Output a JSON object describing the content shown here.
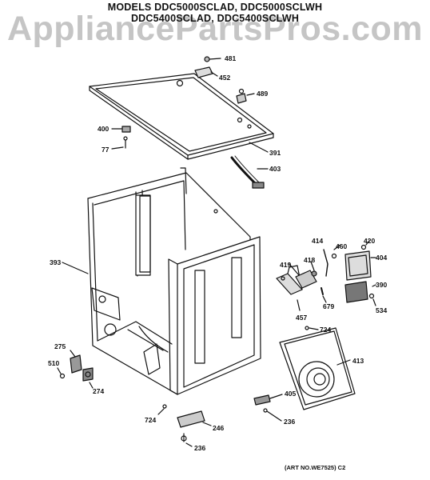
{
  "header": {
    "title_line1": "MODELS DDC5000SCLAD, DDC5000SCLWH",
    "title_line2": "DDC5400SCLAD, DDC5400SCLWH",
    "watermark": "AppliancePartsPros.com"
  },
  "diagram": {
    "part_labels": [
      {
        "id": "p481",
        "text": "481"
      },
      {
        "id": "p452",
        "text": "452"
      },
      {
        "id": "p489",
        "text": "489"
      },
      {
        "id": "p400",
        "text": "400"
      },
      {
        "id": "p77",
        "text": "77"
      },
      {
        "id": "p391",
        "text": "391"
      },
      {
        "id": "p403",
        "text": "403"
      },
      {
        "id": "p393",
        "text": "393"
      },
      {
        "id": "p414",
        "text": "414"
      },
      {
        "id": "p460",
        "text": "460"
      },
      {
        "id": "p420",
        "text": "420"
      },
      {
        "id": "p404",
        "text": "404"
      },
      {
        "id": "p418",
        "text": "418"
      },
      {
        "id": "p419",
        "text": "419"
      },
      {
        "id": "p390",
        "text": "390"
      },
      {
        "id": "p534",
        "text": "534"
      },
      {
        "id": "p679",
        "text": "679"
      },
      {
        "id": "p457",
        "text": "457"
      },
      {
        "id": "p724a",
        "text": "724"
      },
      {
        "id": "p413",
        "text": "413"
      },
      {
        "id": "p275",
        "text": "275"
      },
      {
        "id": "p510",
        "text": "510"
      },
      {
        "id": "p274",
        "text": "274"
      },
      {
        "id": "p405",
        "text": "405"
      },
      {
        "id": "p236a",
        "text": "236"
      },
      {
        "id": "p724b",
        "text": "724"
      },
      {
        "id": "p246",
        "text": "246"
      },
      {
        "id": "p236b",
        "text": "236"
      }
    ],
    "art_number": "(ART NO.WE7525) C2"
  }
}
